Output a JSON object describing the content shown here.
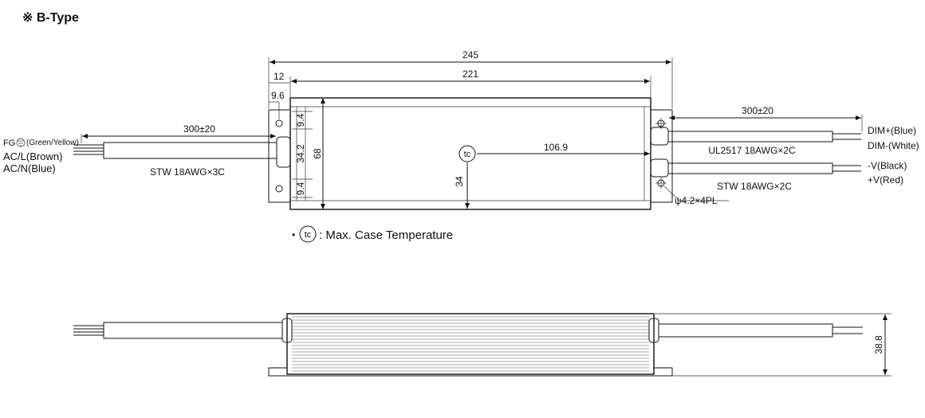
{
  "title": "※ B-Type",
  "dimensions": {
    "overall_length": "245",
    "case_length": "221",
    "offset_12": "12",
    "offset_9_6": "9.6",
    "height_9_4_top": "9.4",
    "height_34_2": "34.2",
    "height_68": "68",
    "height_9_4_bottom": "9.4",
    "tc_x": "106.9",
    "tc_y": "34",
    "side_height": "38.8",
    "hole": "ψ4.2×4PL"
  },
  "wires": {
    "input_length": "300±20",
    "input_cable": "STW 18AWG×3C",
    "fg_prefix": "FG",
    "fg_color": "(Green/Yellow)",
    "ac_l": "AC/L(Brown)",
    "ac_n": "AC/N(Blue)",
    "output_length": "300±20",
    "dim_cable": "UL2517 18AWG×2C",
    "dc_cable": "STW 18AWG×2C",
    "dim_plus": "DIM+(Blue)",
    "dim_minus": "DIM-(White)",
    "v_minus": "-V(Black)",
    "v_plus": "+V(Red)"
  },
  "note": {
    "bullet": "•",
    "symbol": "tc",
    "text": ": Max. Case Temperature"
  }
}
